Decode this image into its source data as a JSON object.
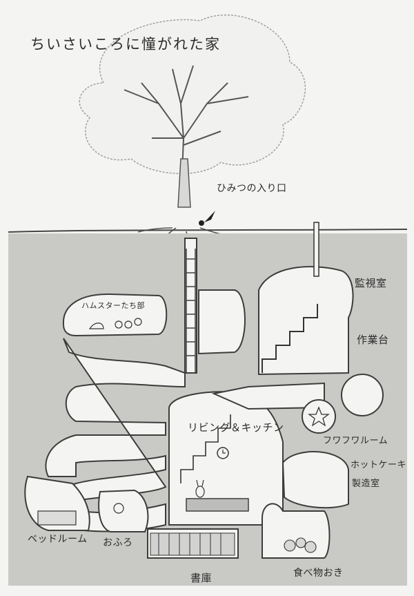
{
  "title": "ちいさいころに憧がれた家",
  "labels": {
    "secret_entrance": "ひみつの入り口",
    "hamster_room": "ハムスターたち部",
    "monitor_room": "監視室",
    "workbench": "作業台",
    "living_kitchen": "リビング＆キッチン",
    "fluffy_room": "フワフワルーム",
    "pancake_line1": "ホットケーキ",
    "pancake_line2": "製造室",
    "bedroom": "ベッドルーム",
    "bath": "おふろ",
    "library": "書庫",
    "pantry": "食べ物おき"
  },
  "icons": [
    "tree-drawing",
    "arrow-icon",
    "ladder-icon",
    "stairs-icon",
    "clock-icon",
    "star-icon",
    "rabbit-icon",
    "frog-icon",
    "hamster-icon",
    "bookshelf-icon"
  ]
}
